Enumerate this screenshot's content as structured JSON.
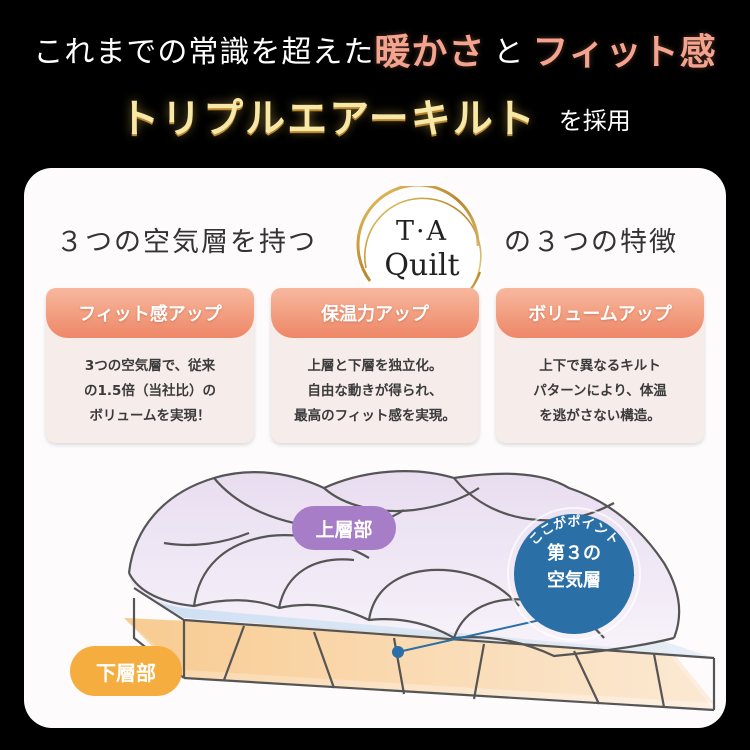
{
  "hero": {
    "line1_pre": "これまでの常識を超えた",
    "line1_warmth": "暖かさ",
    "line1_and": "と",
    "line1_fit": "フィット感",
    "line2_product": "トリプルエアーキルト",
    "line2_suffix": "を採用"
  },
  "features_heading": {
    "prefix": "３つの空気層を持つ",
    "logo_line1": "T·A",
    "logo_line2": "Quilt",
    "suffix": "の３つの特徴"
  },
  "features": [
    {
      "title": "フィット感アップ",
      "description": "3つの空気層で、従来\nの1.5倍（当社比）の\nボリュームを実現！"
    },
    {
      "title": "保温力アップ",
      "description": "上層と下層を独立化。\n自由な動きが得られ、\n最高のフィット感を実現。"
    },
    {
      "title": "ボリュームアップ",
      "description": "上下で異なるキルト\nパターンにより、体温\nを逃がさない構造。"
    }
  ],
  "diagram": {
    "upper_label": "上層部",
    "lower_label": "下層部",
    "point_arc": "ここがポイント",
    "point_main": "第３の\n空気層"
  },
  "colors": {
    "background": "#000000",
    "accent_salmon": "#f3a38e",
    "gold": "#f7e8a8",
    "feature_title": "#ee8767",
    "upper_purple": "#a87dc7",
    "lower_orange": "#f5ad3f",
    "point_blue": "#2a6fa6"
  }
}
